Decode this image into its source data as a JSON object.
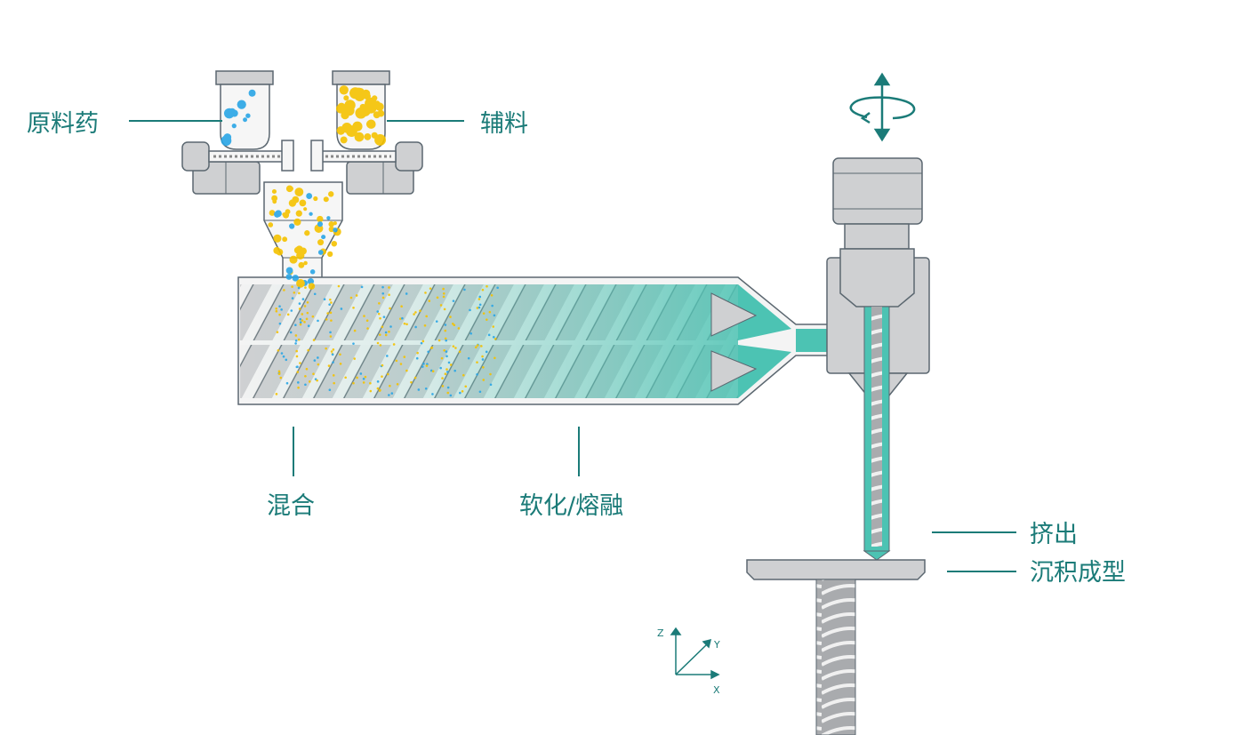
{
  "labels": {
    "api": "原料药",
    "excipient": "辅料",
    "mixing": "混合",
    "softening": "软化/熔融",
    "extrusion": "挤出",
    "deposition": "沉积成型"
  },
  "axes": {
    "z": "Z",
    "y": "Y",
    "x": "X"
  },
  "colors": {
    "accent": "#1b7b78",
    "api_particles": "#2aa6e6",
    "excipient_particles": "#f5c200",
    "melt": "#4cc3b3"
  }
}
